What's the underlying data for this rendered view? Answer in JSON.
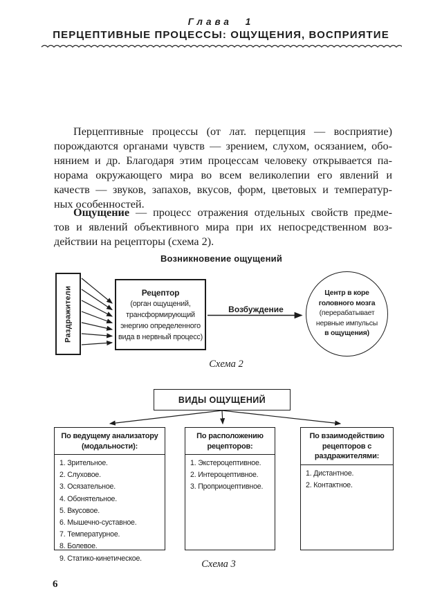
{
  "colors": {
    "ink": "#1c1c1c",
    "paper": "#ffffff"
  },
  "header": {
    "chapter": "Глава 1",
    "title": "ПЕРЦЕПТИВНЫЕ ПРОЦЕССЫ: ОЩУЩЕНИЯ, ВОСПРИЯТИЕ"
  },
  "body": {
    "p1_lines": [
      "Перцептивные процессы (от лат. перцепция — восприятие)",
      "порождаются органами чувств — зрением, слухом, осязанием, обо-",
      "нянием и др. Благодаря этим процессам человеку открывается па-",
      "норама окружающего мира во всем великолепии его явлений и",
      "качеств — звуков, запахов, вкусов, форм, цветовых и температур-",
      "ных особенностей."
    ],
    "p2_lead": "Ощущение",
    "p2_line1_rest": " — процесс отражения отдельных свойств предме-",
    "p2_lines_rest": [
      "тов и явлений объективного мира при их непосредственном воз-",
      "действии на рецепторы (схема 2)."
    ]
  },
  "schema2": {
    "title": "Возникновение ощущений",
    "stimuli_label": "Раздражители",
    "receptor_title": "Рецептор",
    "receptor_text": "(орган ощущений, трансформирующий энергию определенного вида в нервный процесс)",
    "arrow_label": "Возбуждение",
    "brain_title": "Центр в коре головного мозга",
    "brain_text_1": "(перерабатывает нервные импульсы",
    "brain_text_2": "в ощущения)",
    "caption": "Схема 2"
  },
  "schema3": {
    "root": "ВИДЫ ОЩУЩЕНИЙ",
    "columns": [
      {
        "header": "По ведущему анализатору (модальности):",
        "items": [
          "Зрительное.",
          "Слуховое.",
          "Осязательное.",
          "Обонятельное.",
          "Вкусовое.",
          "Мышечно-суставное.",
          "Температурное.",
          "Болевое.",
          "Статико-кинетическое."
        ]
      },
      {
        "header": "По расположению рецепторов:",
        "items": [
          "Экстероцептивное.",
          "Интероцептивное.",
          "Проприоцептивное."
        ]
      },
      {
        "header": "По взаимодействию рецепторов с раздражителями:",
        "items": [
          "Дистантное.",
          "Контактное."
        ]
      }
    ],
    "caption": "Схема 3"
  },
  "footer": {
    "page_number": "6"
  }
}
